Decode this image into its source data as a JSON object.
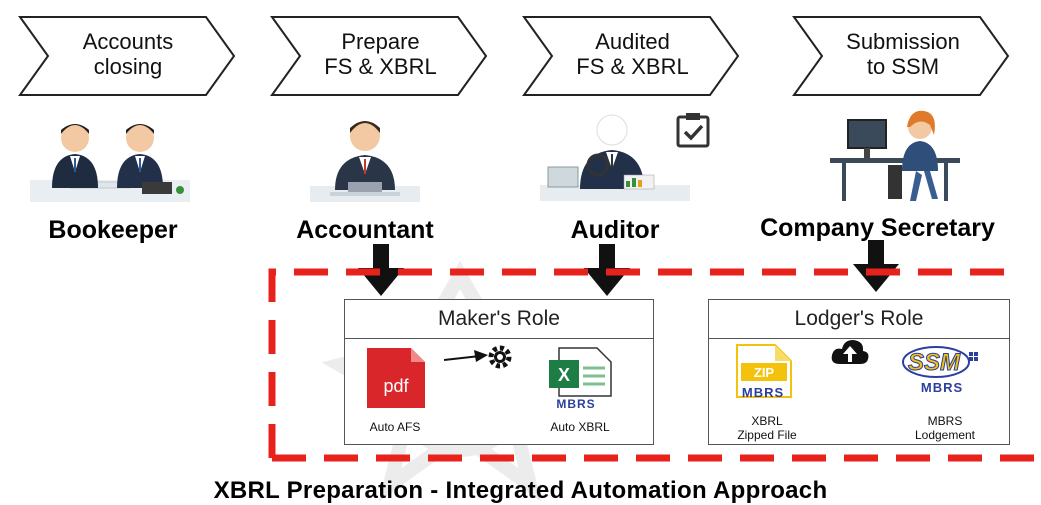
{
  "steps": [
    {
      "line1": "Accounts",
      "line2": "closing"
    },
    {
      "line1": "Prepare",
      "line2": "FS & XBRL"
    },
    {
      "line1": "Audited",
      "line2": "FS & XBRL"
    },
    {
      "line1": "Submission",
      "line2": "to SSM"
    }
  ],
  "roles": [
    "Bookeeper",
    "Accountant",
    "Auditor",
    "Company Secretary"
  ],
  "makers_box": {
    "title": "Maker's Role",
    "pdf_icon_text": "pdf",
    "items": [
      "Auto AFS",
      "Auto XBRL"
    ]
  },
  "lodgers_box": {
    "title": "Lodger's Role",
    "zip_icon_text": "ZIP",
    "items": [
      {
        "line1": "XBRL",
        "line2": "Zipped File"
      },
      {
        "line1": "MBRS",
        "line2": "Lodgement"
      }
    ]
  },
  "logos": {
    "mbrs": "MBRS",
    "ssm": "SSM"
  },
  "footer": "XBRL Preparation - Integrated Automation Approach",
  "colors": {
    "dashed_border": "#e8221b",
    "arrow": "#111111",
    "pdf_red": "#d9262a",
    "excel_green": "#1d7d44",
    "zip_yellow": "#f4c20d",
    "ssm_blue": "#2b3f9e"
  }
}
